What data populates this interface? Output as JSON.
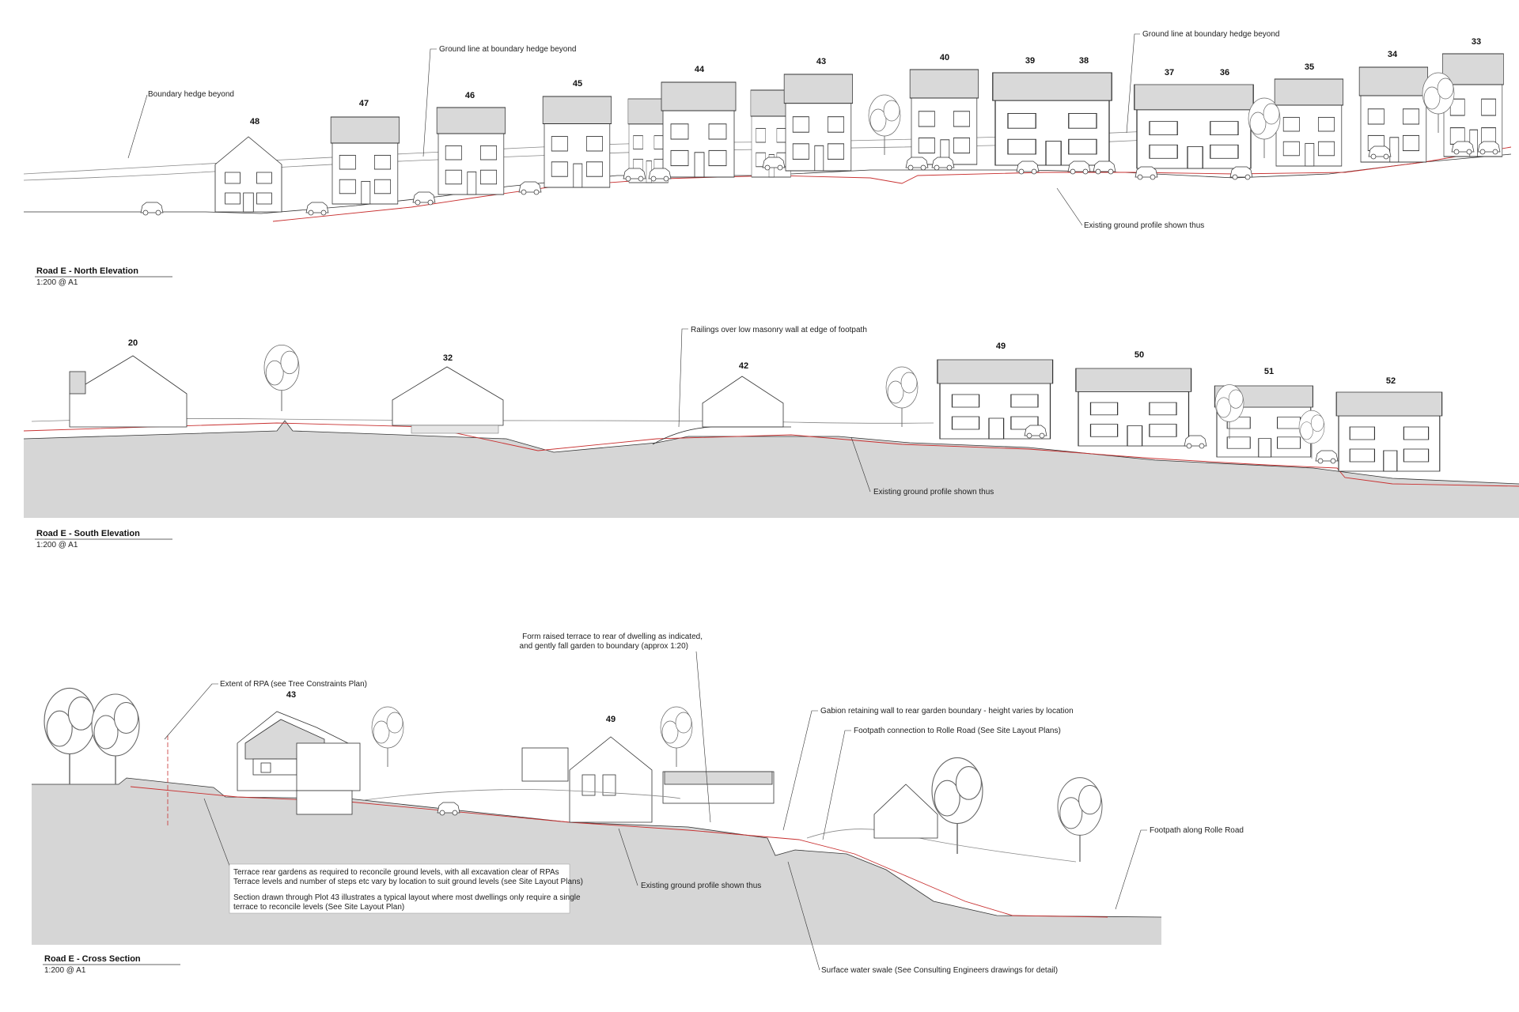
{
  "north": {
    "title": "Road E - North Elevation",
    "scale": "1:200 @ A1",
    "plots": [
      "48",
      "47",
      "46",
      "45",
      "44",
      "43",
      "40",
      "39",
      "38",
      "37",
      "36",
      "35",
      "34",
      "33"
    ],
    "notes": {
      "hedge": "Boundary hedge beyond",
      "ground_line_1": "Ground line at boundary hedge beyond",
      "ground_line_2": "Ground line at boundary hedge beyond",
      "existing": "Existing ground profile shown thus"
    }
  },
  "south": {
    "title": "Road E - South Elevation",
    "scale": "1:200 @ A1",
    "plots": [
      "20",
      "32",
      "42",
      "49",
      "50",
      "51",
      "52"
    ],
    "notes": {
      "railings": "Railings over low masonry wall at edge of footpath",
      "existing": "Existing ground profile shown thus"
    }
  },
  "section": {
    "title": "Road E - Cross Section",
    "scale": "1:200 @ A1",
    "plots": [
      "43",
      "49"
    ],
    "notes": {
      "terrace_1": "Form raised terrace to rear of dwelling as indicated,",
      "terrace_2": "and gently fall garden to boundary (approx 1:20)",
      "rpa": "Extent of RPA (see Tree Constraints Plan)",
      "gabion": "Gabion retaining wall to rear garden boundary - height varies by location",
      "footpath_conn": "Footpath connection to Rolle Road (See Site Layout Plans)",
      "footpath_along": "Footpath along Rolle Road",
      "existing": "Existing ground profile shown thus",
      "swale": "Surface water swale (See Consulting Engineers drawings for detail)",
      "box_1": "Terrace rear gardens as required to reconcile ground levels, with all excavation clear of RPAs",
      "box_2": "Terrace levels and number of steps etc vary by location to suit ground levels (see Site Layout Plans)",
      "box_3": "Section drawn through Plot 43 illustrates a typical layout where most dwellings only require a single",
      "box_4": "terrace to reconcile levels (See Site Layout Plan)"
    }
  },
  "colors": {
    "ground": "#d6d6d6",
    "existing_profile": "#c83030",
    "roof": "#d9d9d9"
  }
}
